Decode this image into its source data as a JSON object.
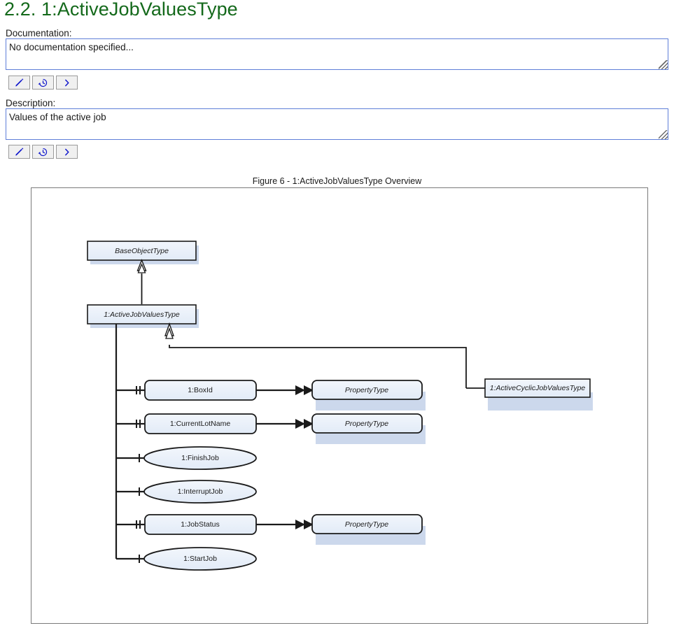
{
  "page": {
    "title": "2.2. 1:ActiveJobValuesType",
    "title_color": "#14691b"
  },
  "documentation": {
    "label": "Documentation:",
    "value": "No documentation specified...",
    "placeholder": "",
    "buttons": [
      {
        "name": "edit",
        "icon": "pencil-icon",
        "label": ""
      },
      {
        "name": "history",
        "icon": "history-revert-icon",
        "label": ""
      },
      {
        "name": "next",
        "icon": "chevron-right-icon",
        "label": "›"
      }
    ]
  },
  "description": {
    "label": "Description:",
    "value": "Values of the active job",
    "placeholder": "",
    "buttons": [
      {
        "name": "edit",
        "icon": "pencil-icon",
        "label": ""
      },
      {
        "name": "history",
        "icon": "history-revert-icon",
        "label": ""
      },
      {
        "name": "next",
        "icon": "chevron-right-icon",
        "label": "›"
      }
    ]
  },
  "figure": {
    "caption": "Figure 6 - 1:ActiveJobValuesType Overview",
    "border_color": "#7a7a7a",
    "node_fill": "#e9eff8",
    "node_stroke": "#1a1a1a",
    "shadow_color": "#ccd8ec"
  },
  "diagram": {
    "base_type": "BaseObjectType",
    "main_type": "1:ActiveJobValuesType",
    "subtype": "1:ActiveCyclicJobValuesType",
    "members": [
      {
        "name": "1:BoxId",
        "shape": "rect",
        "target": "PropertyType"
      },
      {
        "name": "1:CurrentLotName",
        "shape": "rect",
        "target": "PropertyType"
      },
      {
        "name": "1:FinishJob",
        "shape": "ellipse",
        "target": ""
      },
      {
        "name": "1:InterruptJob",
        "shape": "ellipse",
        "target": ""
      },
      {
        "name": "1:JobStatus",
        "shape": "rect",
        "target": "PropertyType"
      },
      {
        "name": "1:StartJob",
        "shape": "ellipse",
        "target": ""
      }
    ]
  }
}
